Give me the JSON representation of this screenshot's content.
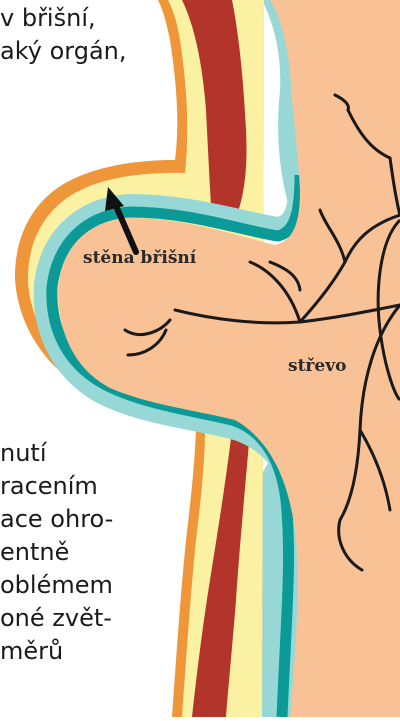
{
  "text_top": [
    "v břišní,",
    "aký orgán,"
  ],
  "text_bottom": [
    "nutí",
    "racením",
    "ace ohro-",
    "entně",
    "oblémem",
    "oné zvět-",
    "měrů"
  ],
  "labels": {
    "abdominal_wall": "stěna břišní",
    "intestine": "střevo"
  },
  "colors": {
    "skin_orange": "#f0963a",
    "fat_yellow": "#fbf1a2",
    "muscle_red": "#b2342b",
    "peritoneum_teal": "#0c9a98",
    "cavity_light_blue": "#97d8d6",
    "intestine_peach": "#f8c196",
    "mesentery_line": "#1a1a1a"
  }
}
